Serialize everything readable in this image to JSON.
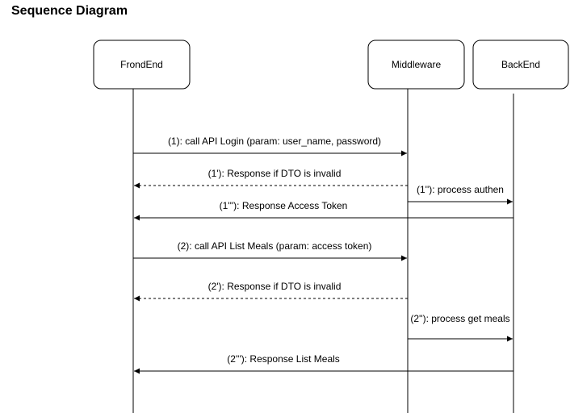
{
  "title": "Sequence Diagram",
  "participants": [
    {
      "id": "frontend",
      "label": "FrondEnd"
    },
    {
      "id": "middleware",
      "label": "Middleware"
    },
    {
      "id": "backend",
      "label": "BackEnd"
    }
  ],
  "messages": [
    {
      "from": "frontend",
      "to": "middleware",
      "label": "(1): call API Login (param: user_name, password)",
      "style": "solid"
    },
    {
      "from": "middleware",
      "to": "frontend",
      "label": "(1'): Response if DTO is invalid",
      "style": "dashed"
    },
    {
      "from": "middleware",
      "to": "backend",
      "label": "(1''):  process authen",
      "style": "solid"
    },
    {
      "from": "backend",
      "to": "frontend",
      "label": "(1'''): Response Access Token",
      "style": "solid"
    },
    {
      "from": "frontend",
      "to": "middleware",
      "label": "(2): call API List Meals  (param: access token)",
      "style": "solid"
    },
    {
      "from": "middleware",
      "to": "frontend",
      "label": "(2'): Response if DTO is invalid",
      "style": "dashed"
    },
    {
      "from": "middleware",
      "to": "backend",
      "label": "(2''):  process get meals",
      "style": "solid"
    },
    {
      "from": "backend",
      "to": "frontend",
      "label": "(2'''): Response List Meals",
      "style": "solid"
    }
  ]
}
